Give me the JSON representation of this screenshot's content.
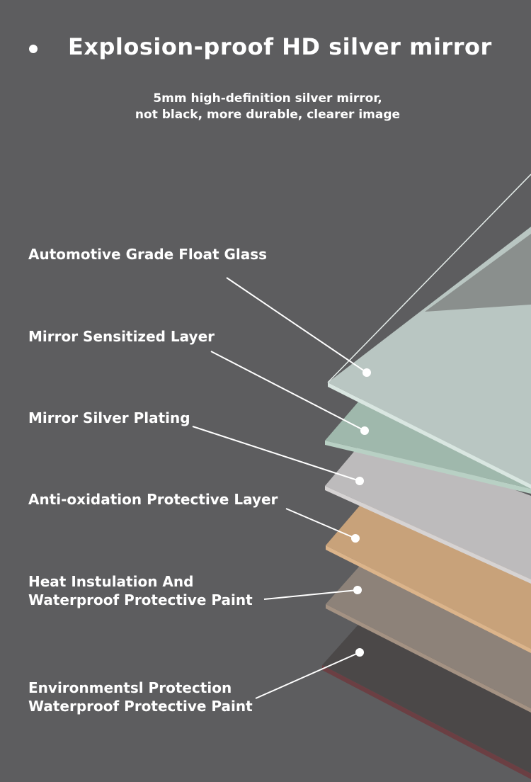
{
  "header": {
    "title": "Explosion-proof HD silver mirror",
    "subtitle_line1": "5mm high-definition silver mirror,",
    "subtitle_line2": "not black, more durable, clearer image"
  },
  "layers": [
    {
      "lines": [
        "Automotive Grade Float Glass"
      ],
      "color": "#b9c6c2"
    },
    {
      "lines": [
        "Mirror Sensitized Layer"
      ],
      "color": "#9fb8ac"
    },
    {
      "lines": [
        "Mirror Silver Plating"
      ],
      "color": "#bdbbbc"
    },
    {
      "lines": [
        "Anti-oxidation Protective Layer"
      ],
      "color": "#c8a27a"
    },
    {
      "lines": [
        "Heat Instulation And",
        "Waterproof Protective Paint"
      ],
      "color": "#8d8279"
    },
    {
      "lines": [
        "Environmentsl Protection",
        "Waterproof Protective Paint"
      ],
      "color": "#4b4848"
    }
  ],
  "colors": {
    "background": "#5d5d5f",
    "text": "#ffffff",
    "leader_line": "#ffffff"
  }
}
